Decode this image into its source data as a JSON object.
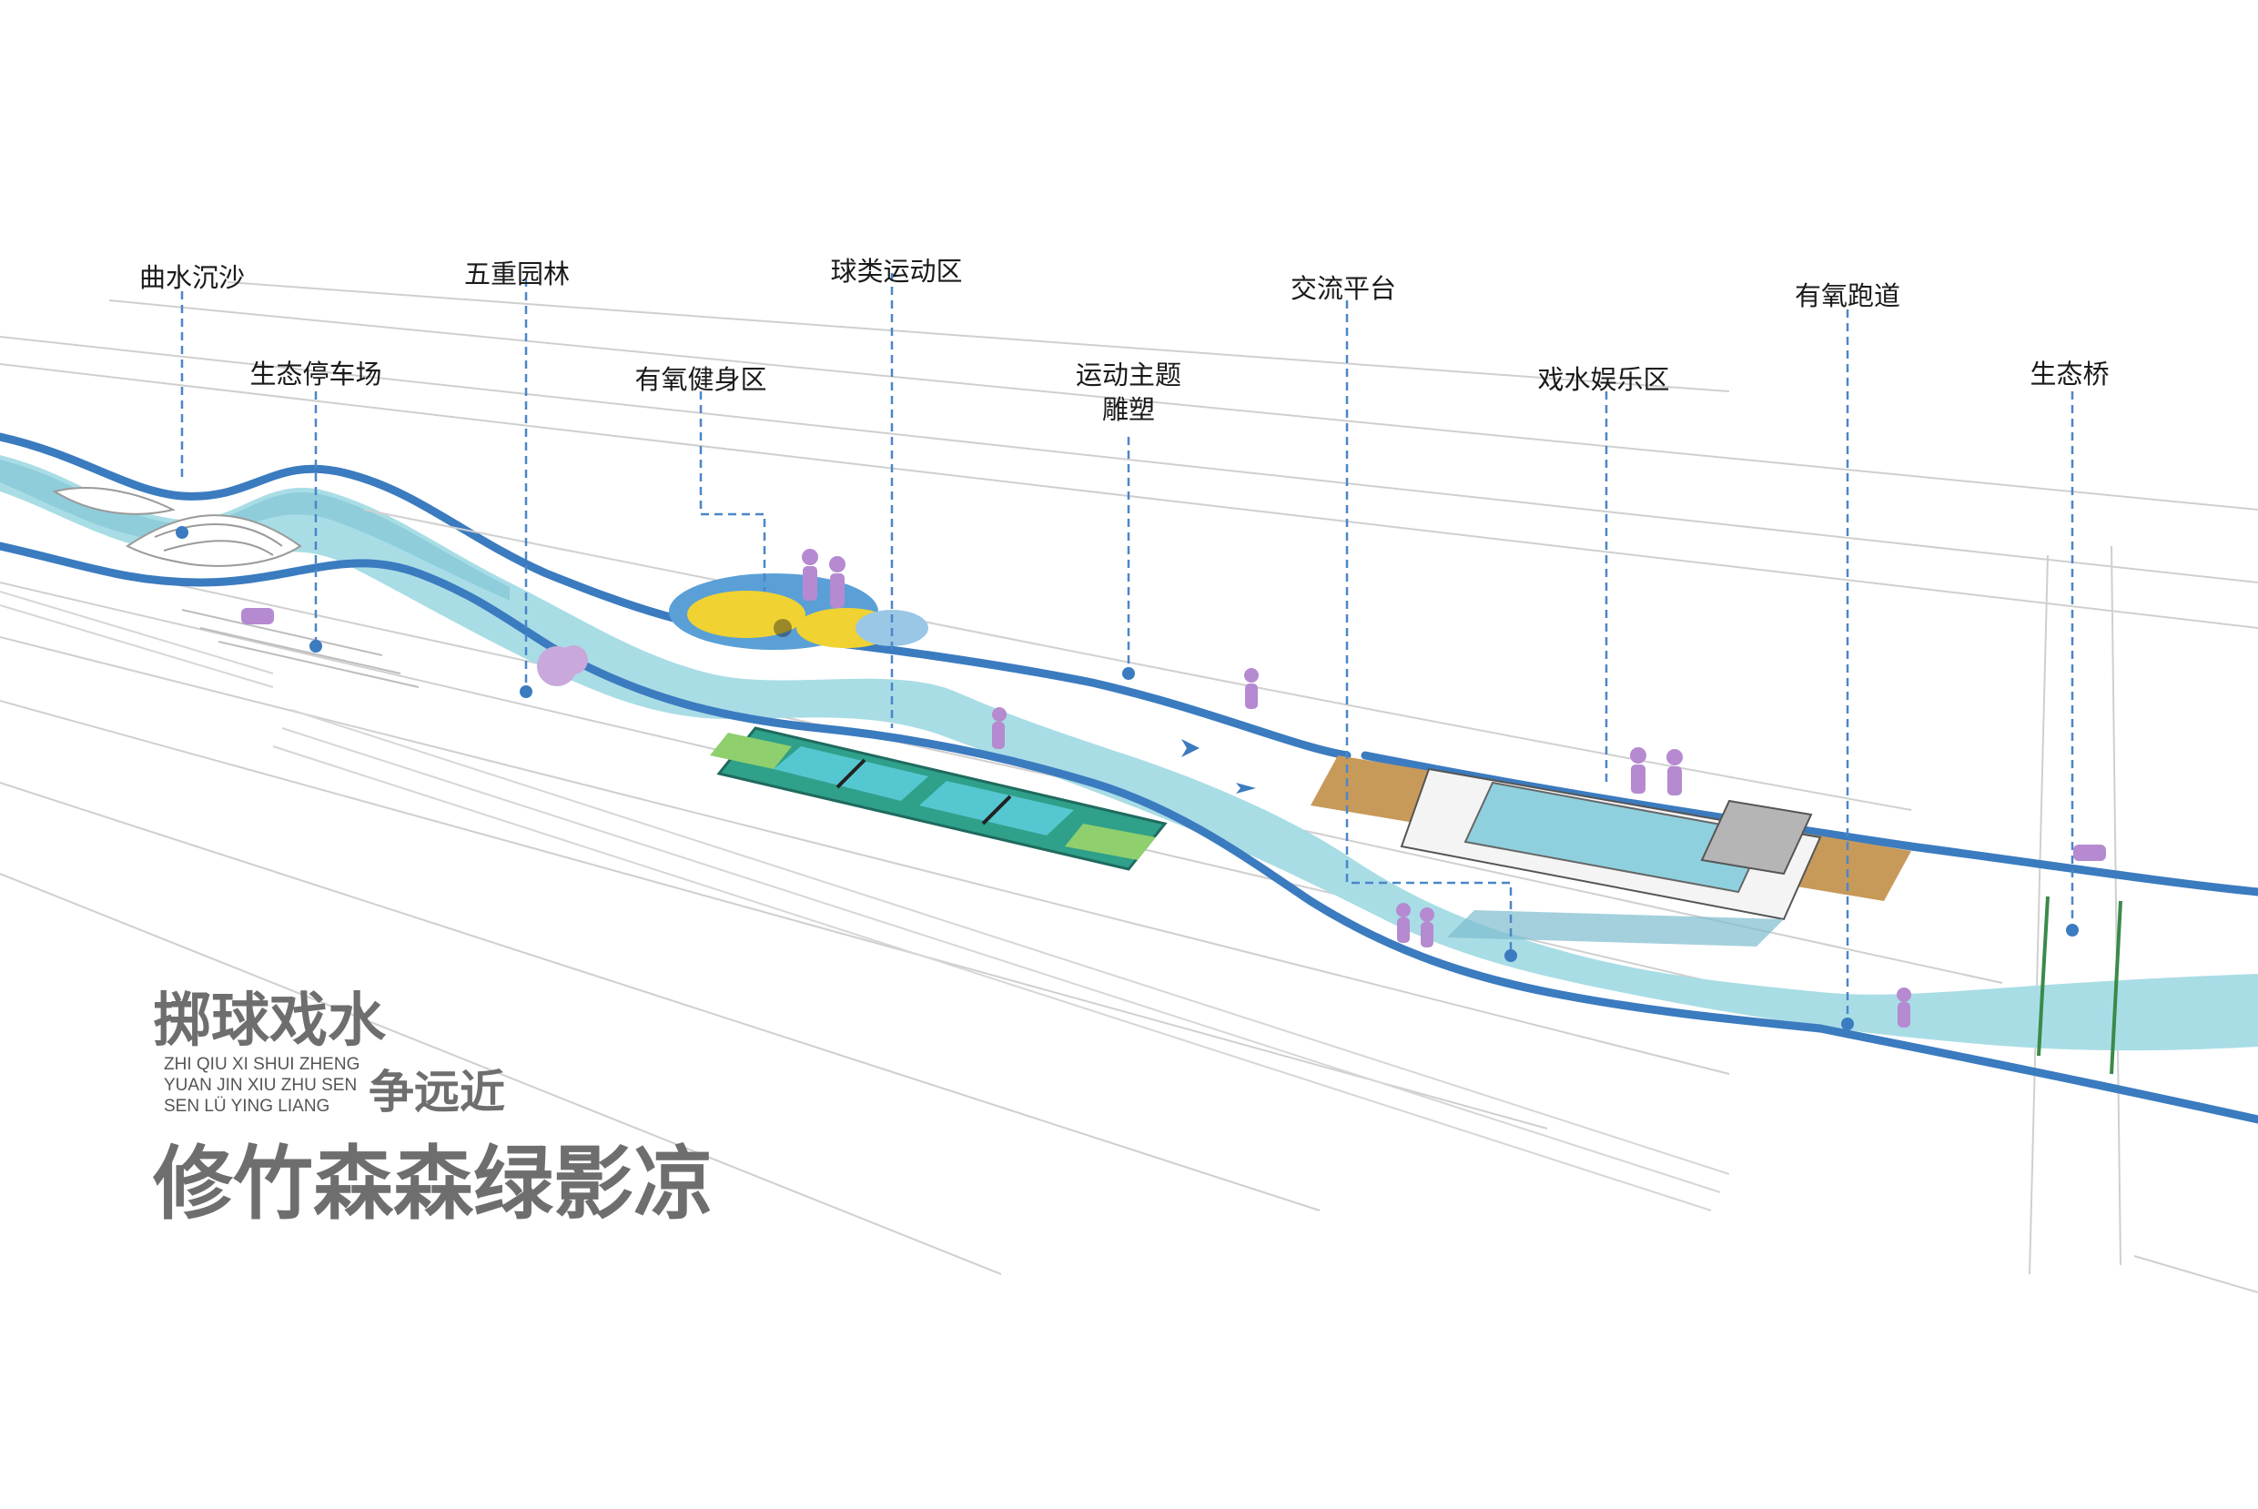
{
  "labels": [
    {
      "id": "qushui",
      "text": "曲水沉沙"
    },
    {
      "id": "shengtai-parking",
      "text": "生态停车场"
    },
    {
      "id": "wuzhong",
      "text": "五重园林"
    },
    {
      "id": "youyang-fitness",
      "text": "有氧健身区"
    },
    {
      "id": "qiulei",
      "text": "球类运动区"
    },
    {
      "id": "sculpture",
      "text": "运动主题\n雕塑"
    },
    {
      "id": "jiaoliu",
      "text": "交流平台"
    },
    {
      "id": "xishui",
      "text": "戏水娱乐区"
    },
    {
      "id": "paodao",
      "text": "有氧跑道"
    },
    {
      "id": "bridge",
      "text": "生态桥"
    }
  ],
  "slogan": {
    "line1": "掷球戏水",
    "pinyin1": "ZHI QIU XI SHUI ZHENG",
    "pinyin2": "YUAN JIN XIU ZHU SEN",
    "pinyin3": "SEN LÜ YING LIANG",
    "line2": "争远近",
    "line3": "修竹森森绿影凉"
  },
  "colors": {
    "water": "#a9dde6",
    "path": "#3b7bbf",
    "leader": "#4a86c8",
    "figure": "#b58ad0",
    "court": "#2fa08a",
    "deck": "#c79a5a",
    "lines": "#c8c8c8"
  }
}
